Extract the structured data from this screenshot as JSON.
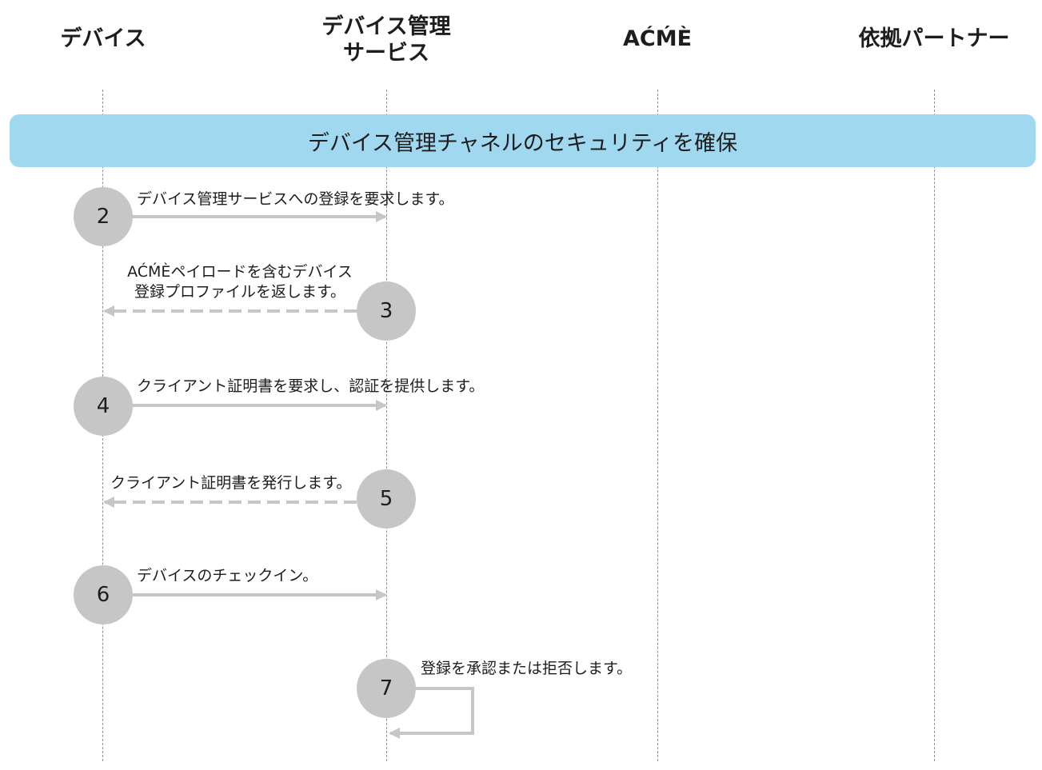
{
  "columns": [
    {
      "label": "デバイス"
    },
    {
      "label": "デバイス管理\nサービス"
    },
    {
      "label": "AĆḾÈ"
    },
    {
      "label": "依拠パートナー"
    }
  ],
  "banner": {
    "text": "デバイス管理チャネルのセキュリティを確保"
  },
  "steps": [
    {
      "number": "2",
      "text": "デバイス管理サービスへの登録を要求します。",
      "style": "solid"
    },
    {
      "number": "3",
      "text": "AĆḾÈペイロードを含むデバイス\n登録プロファイルを返します。",
      "style": "dashed"
    },
    {
      "number": "4",
      "text": "クライアント証明書を要求し、認証を提供します。",
      "style": "solid"
    },
    {
      "number": "5",
      "text": "クライアント証明書を発行します。",
      "style": "dashed"
    },
    {
      "number": "6",
      "text": "デバイスのチェックイン。",
      "style": "solid"
    },
    {
      "number": "7",
      "text": "登録を承認または拒否します。",
      "style": "loop"
    }
  ],
  "colors": {
    "banner": "#a0d8ef",
    "arrow": "#c6c6c6",
    "circle": "#c6c6c6",
    "lifeline": "#8e8e93"
  }
}
